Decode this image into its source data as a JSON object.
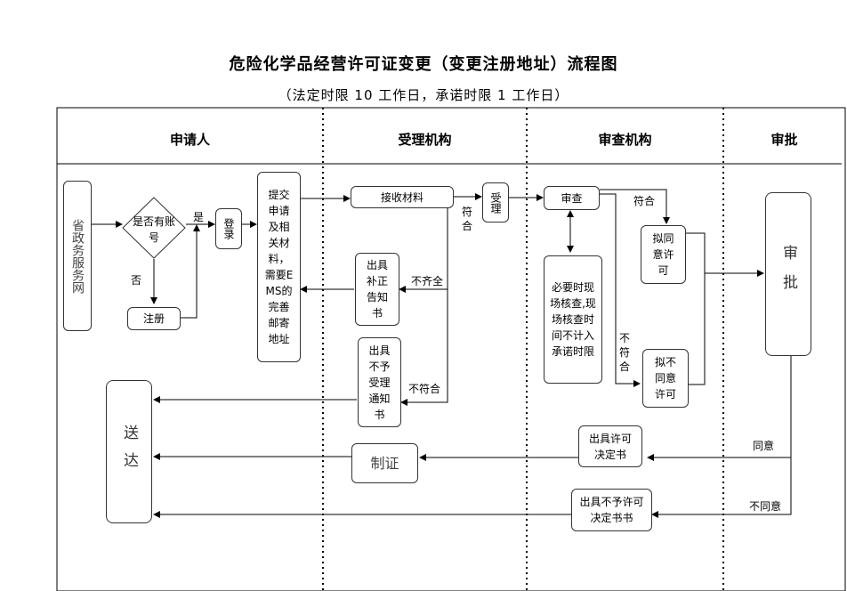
{
  "title": "危险化学品经营许可证变更（变更注册地址）流程图",
  "subtitle": "（法定时限 10 工作日，承诺时限 1 工作日）",
  "lanes": [
    "申请人",
    "受理机构",
    "审查机构",
    "审批"
  ],
  "boxes": {
    "gov_service": "省政务服务网",
    "has_account": "是否有账号",
    "register": "注册",
    "login": "登录",
    "submit": "提交申请及相关材料，需要EMS的完善邮寄地址",
    "receive": "接收材料",
    "accept": "受理",
    "supplement": "出具补正告知书",
    "reject_notice": "出具不予受理通知书",
    "review": "审查",
    "site_check": "必要时现场核查,现场核查时间不计入承诺时限",
    "propose_approve": "拟同意许可",
    "propose_deny": "拟不同意许可",
    "approve": "审批",
    "issue_permit": "出具许可决定书",
    "issue_deny": "出具不予许可决定书书",
    "make_cert": "制证",
    "deliver": "送达"
  },
  "edge_labels": {
    "yes": "是",
    "no": "否",
    "conform_accept": "符合",
    "incomplete": "不齐全",
    "nonconform_accept": "不符合",
    "conform_review": "符合",
    "nonconform_review": "不符合",
    "agree": "同意",
    "disagree": "不同意"
  }
}
